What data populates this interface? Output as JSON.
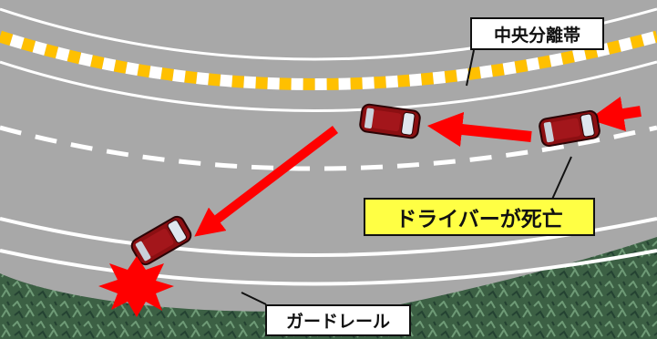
{
  "labels": {
    "median": "中央分離帯",
    "driver_outcome": "ドライバーが死亡",
    "guardrail": "ガードレール"
  },
  "colors": {
    "road": "#a8a8a8",
    "lane_line": "#ffffff",
    "median_stripe_a": "#ffc000",
    "median_stripe_b": "#ffffff",
    "arrow": "#ff0000",
    "car_body": "#8b0f12",
    "grass": "#3c6044",
    "callout_highlight": "#ffff44"
  },
  "icons": [
    "car-icon",
    "crash-burst-icon",
    "arrow-icon"
  ]
}
